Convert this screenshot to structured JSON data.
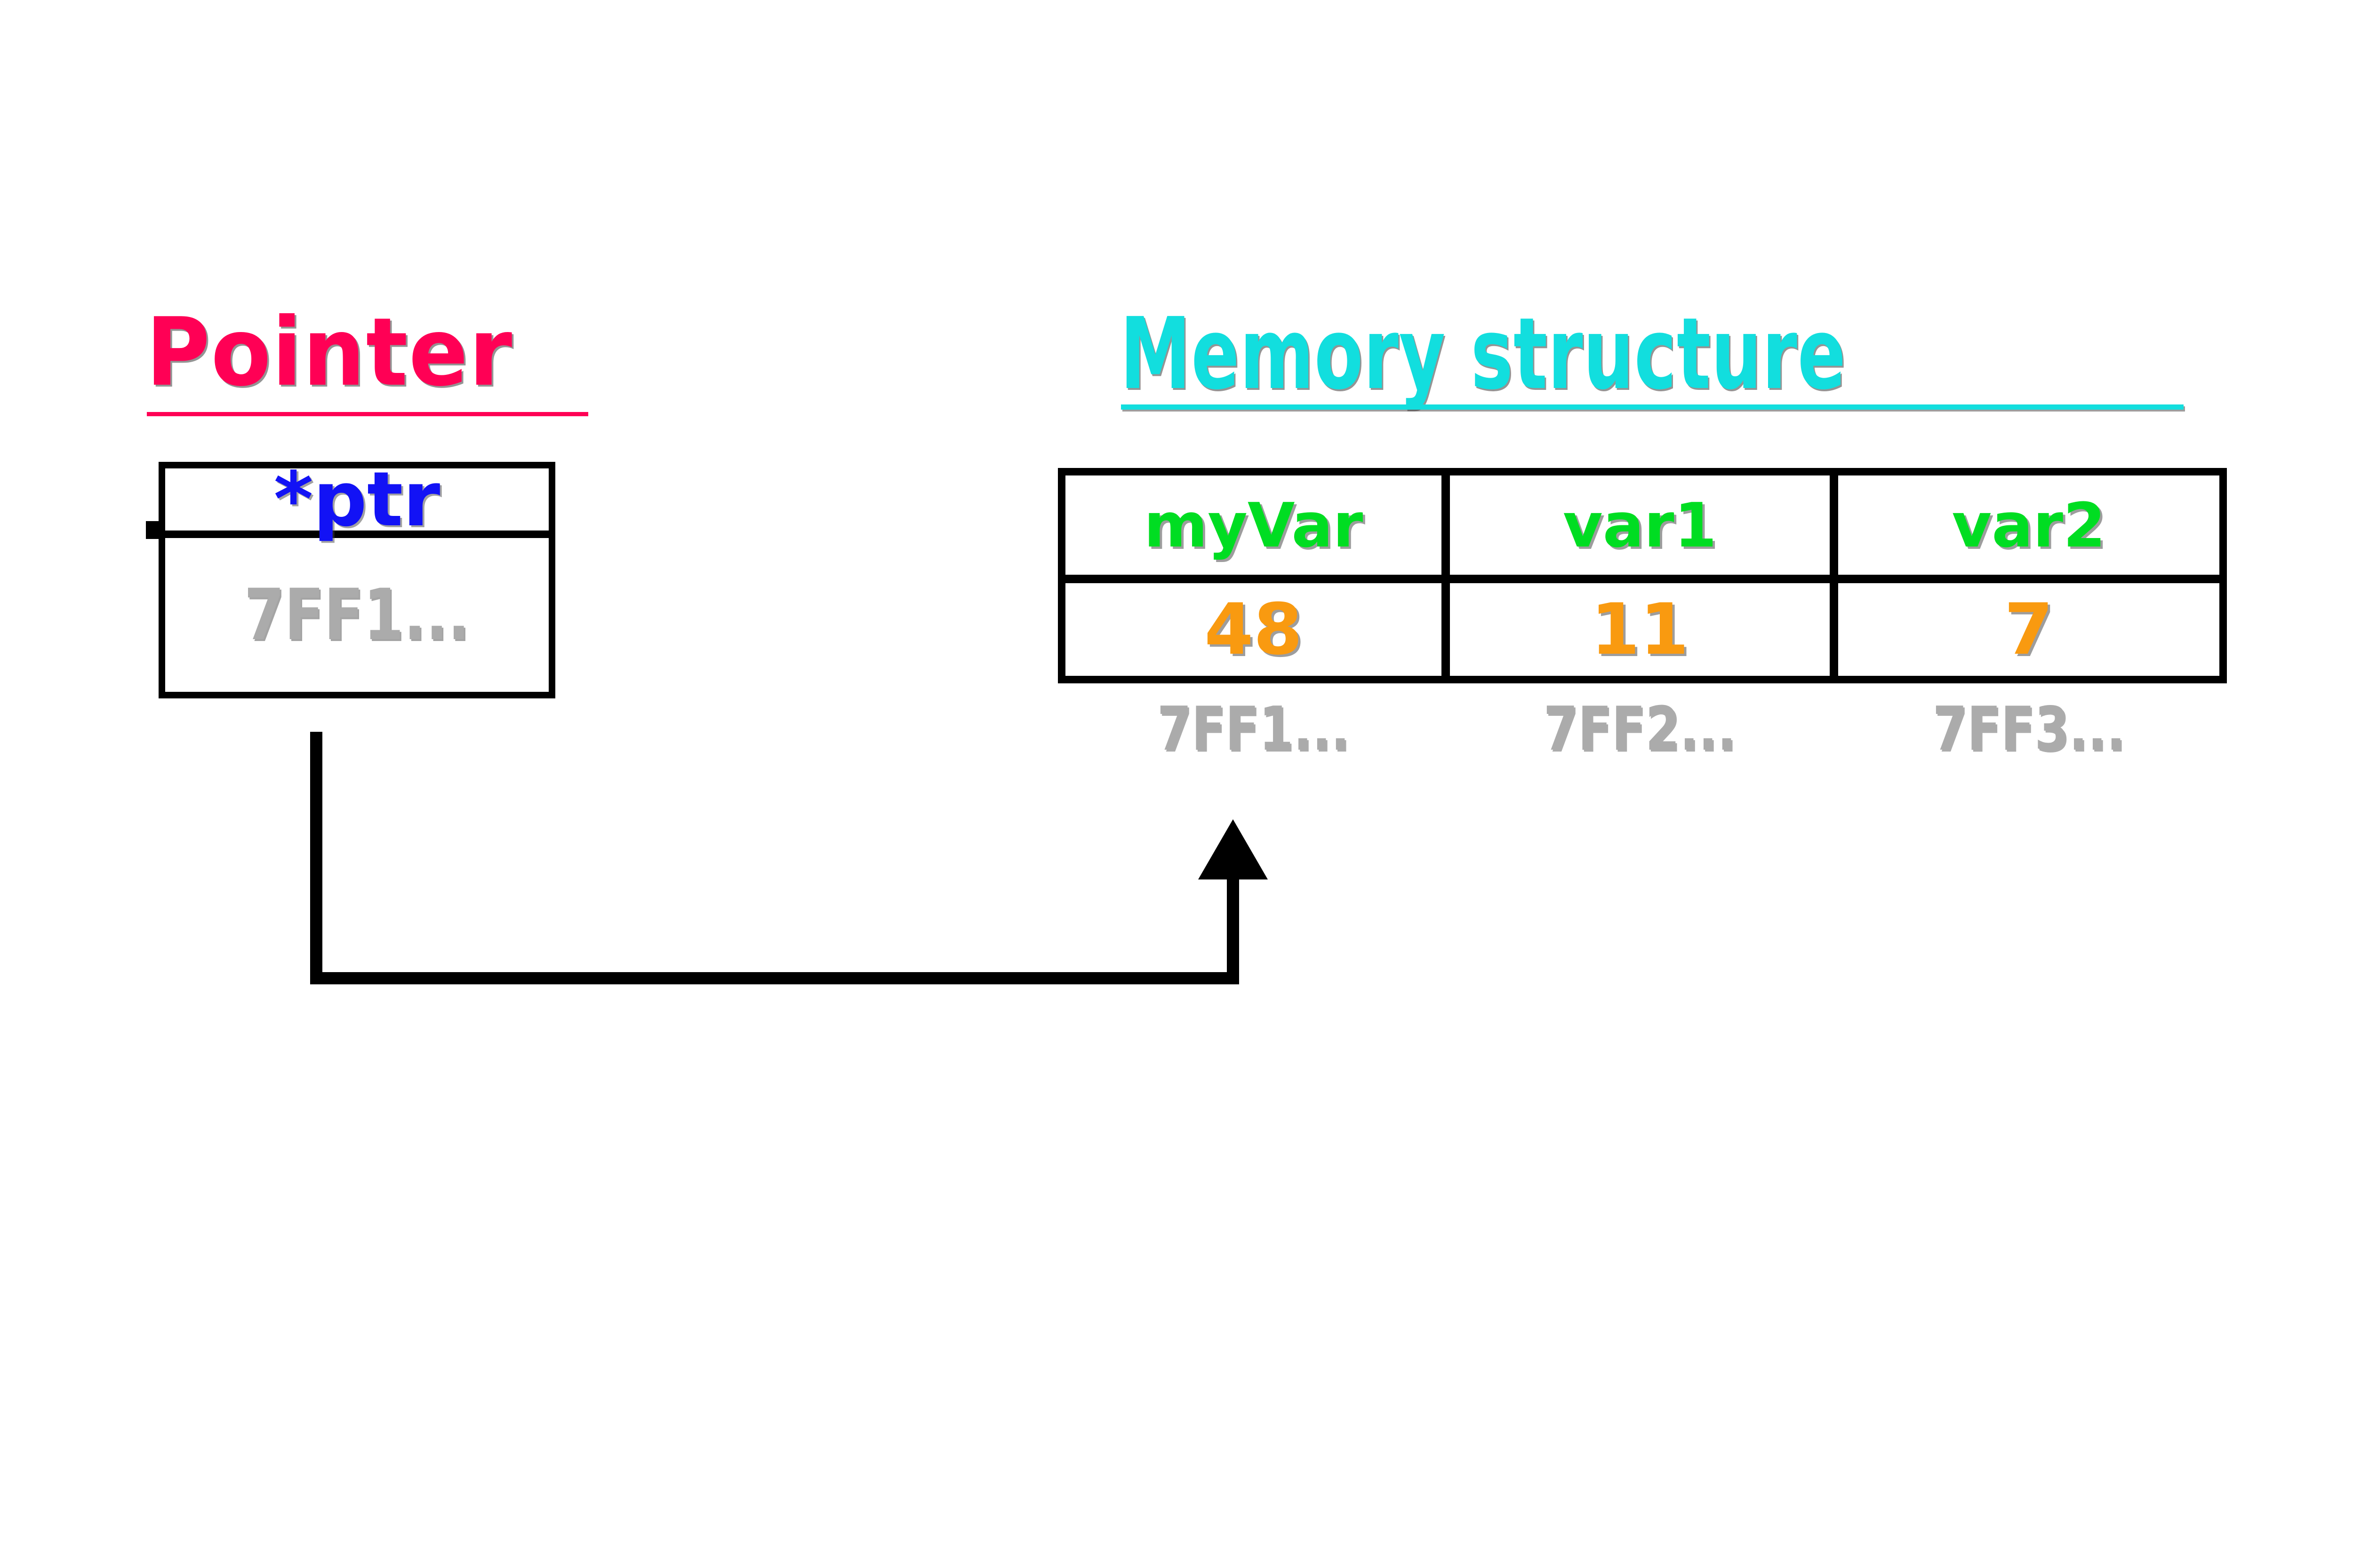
{
  "diagram": {
    "pointer_section": {
      "title": "Pointer",
      "title_color": "#FF0055",
      "box": {
        "name_label": "*ptr",
        "name_color": "#1212F5",
        "address_value": "7FF1...",
        "address_color": "#ABABAB"
      }
    },
    "memory_section": {
      "title": "Memory structure",
      "title_color": "#12DEDE",
      "header_color": "#00DD22",
      "value_color": "#F99A10",
      "address_color": "#ABABAB",
      "columns": [
        {
          "name": "myVar",
          "value": "48",
          "address": "7FF1..."
        },
        {
          "name": "var1",
          "value": "11",
          "address": "7FF2..."
        },
        {
          "name": "var2",
          "value": "7",
          "address": "7FF3..."
        }
      ]
    },
    "connector": {
      "from": "pointer-address-cell",
      "to": "memory-column-myVar",
      "color": "#000000",
      "arrowhead": "up"
    },
    "background_color": "#FFFFFF",
    "border_color": "#000000"
  }
}
